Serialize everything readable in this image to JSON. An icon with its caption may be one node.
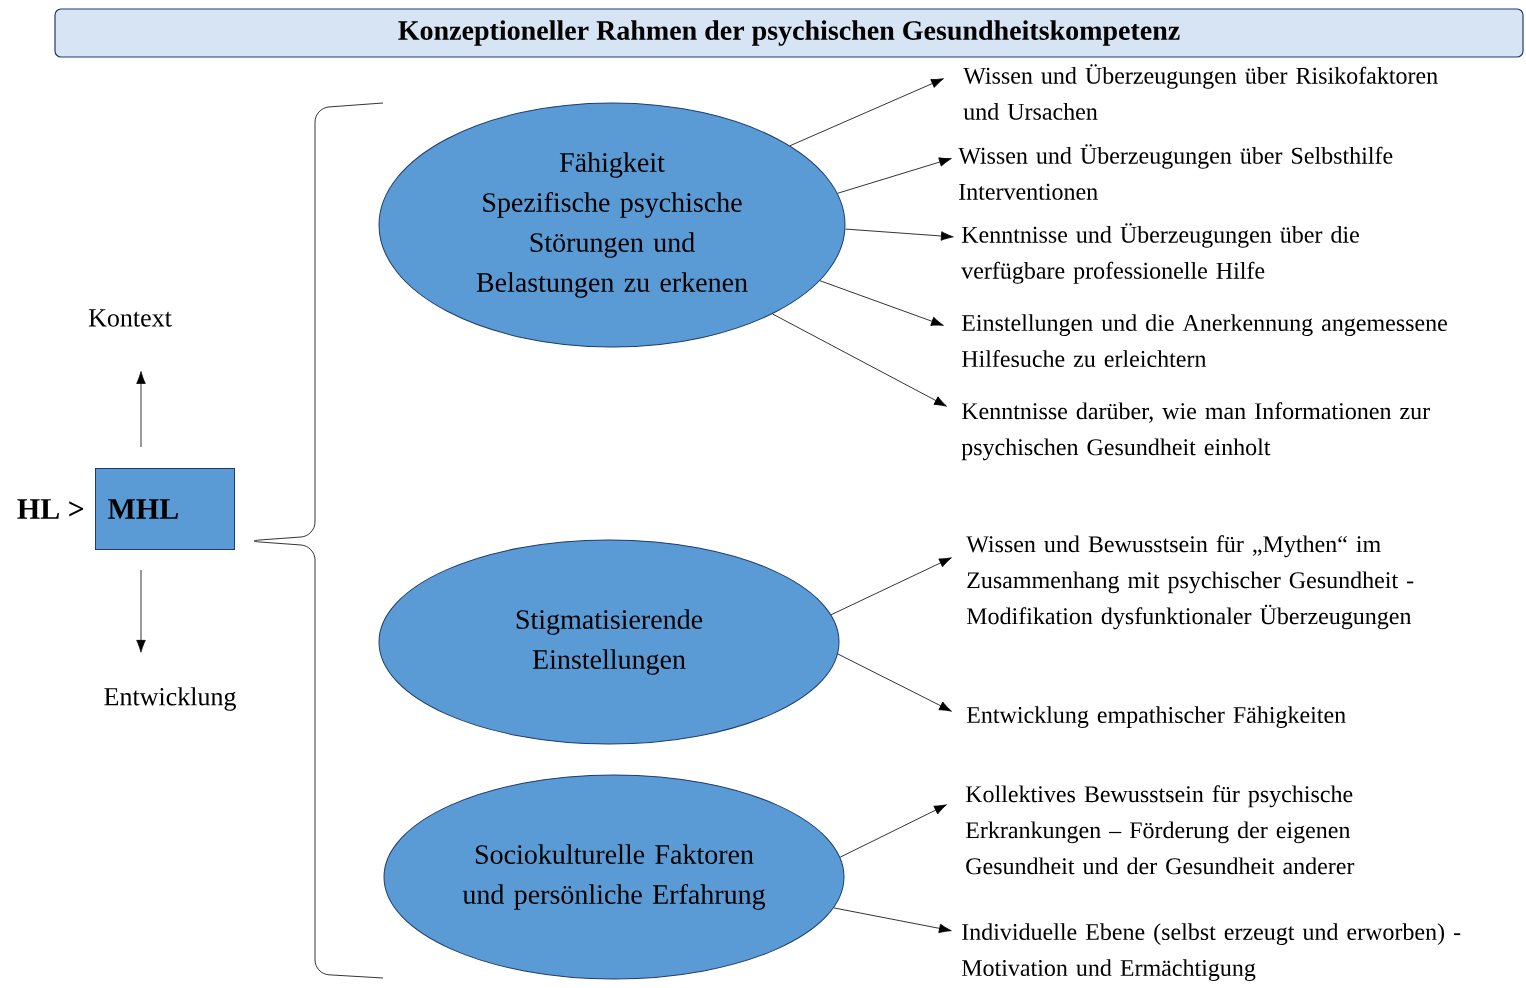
{
  "diagram": {
    "title": "Konzeptioneller Rahmen der psychischen Gesundheitskompetenz",
    "nodes": [
      {
        "text": [
          "Kontext"
        ]
      },
      {
        "text": [
          "MHL"
        ],
        "beside": [
          "HL >"
        ]
      },
      {
        "text": [
          "Entwicklung"
        ]
      },
      {
        "text": [
          "Fähigkeit",
          "Spezifische psychische Störungen und Belastungen zu erkenen"
        ]
      },
      {
        "text": [
          "Wissen und Überzeugungen über Risikofaktoren und Ursachen"
        ]
      },
      {
        "text": [
          "Wissen und Überzeugungen über Selbsthilfe Interventionen"
        ]
      },
      {
        "text": [
          "Kenntnisse und Überzeugungen über die verfügbare professionelle Hilfe"
        ]
      },
      {
        "text": [
          "Einstellungen und die Anerkennung angemessene Hilfesuche zu erleichtern"
        ]
      },
      {
        "text": [
          "Kenntnisse darüber, wie man Informationen zur psychischen Gesundheit einholt"
        ]
      },
      {
        "text": [
          "Stigmatisierende Einstellungen"
        ]
      },
      {
        "text": [
          "Wissen und Bewusstsein für „Mythen“ im Zusammenhang mit psychischer Gesundheit - Modifikation dysfunktionaler Überzeugungen"
        ]
      },
      {
        "text": [
          "Entwicklung empathischer Fähigkeiten"
        ]
      },
      {
        "text": [
          "Sociokulturelle Faktoren und persönliche Erfahrung"
        ]
      },
      {
        "text": [
          "Kollektives Bewusstsein für psychische Erkrankungen – Förderung der eigenen Gesundheit und der Gesundheit anderer"
        ]
      },
      {
        "text": [
          "Individuelle Ebene (selbst erzeugt und erworben) - Motivation und Ermächtigung"
        ]
      }
    ],
    "edges": [
      {
        "from": 1,
        "to": 0,
        "arrow": "to"
      },
      {
        "from": 1,
        "to": 2,
        "arrow": "to"
      },
      {
        "from": 3,
        "to": 4,
        "arrow": "to"
      },
      {
        "from": 3,
        "to": 5,
        "arrow": "to"
      },
      {
        "from": 3,
        "to": 6,
        "arrow": "to"
      },
      {
        "from": 3,
        "to": 7,
        "arrow": "to"
      },
      {
        "from": 3,
        "to": 8,
        "arrow": "to"
      },
      {
        "from": 9,
        "to": 10,
        "arrow": "to"
      },
      {
        "from": 9,
        "to": 11,
        "arrow": "to"
      },
      {
        "from": 12,
        "to": 13,
        "arrow": "to"
      },
      {
        "from": 12,
        "to": 14,
        "arrow": "to"
      }
    ]
  }
}
